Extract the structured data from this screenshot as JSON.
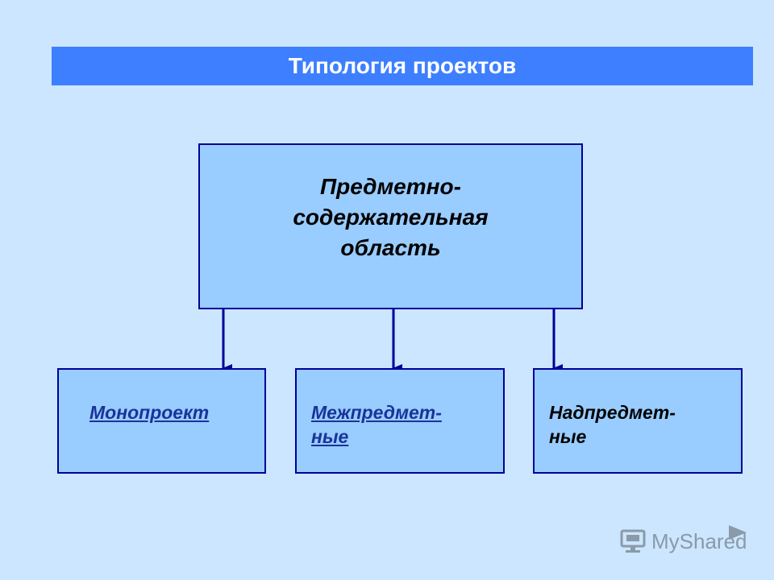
{
  "title": "Типология проектов",
  "root": {
    "label": "Предметно-\nсодержательная\nобласть"
  },
  "children": [
    {
      "label": "Монопроект",
      "link": true
    },
    {
      "label": "Межпредмет-\nные",
      "link": true
    },
    {
      "label": "Надпредмет-\nные",
      "link": false
    }
  ],
  "watermark": {
    "text": "MyShared",
    "icon": "monitor-icon"
  },
  "navigation": {
    "icon": "play-triangle-icon"
  },
  "colors": {
    "background": "#cce6ff",
    "title_bar": "#3d7fff",
    "box_fill": "#99ccff",
    "box_border": "#000099",
    "link": "#1a3399"
  }
}
